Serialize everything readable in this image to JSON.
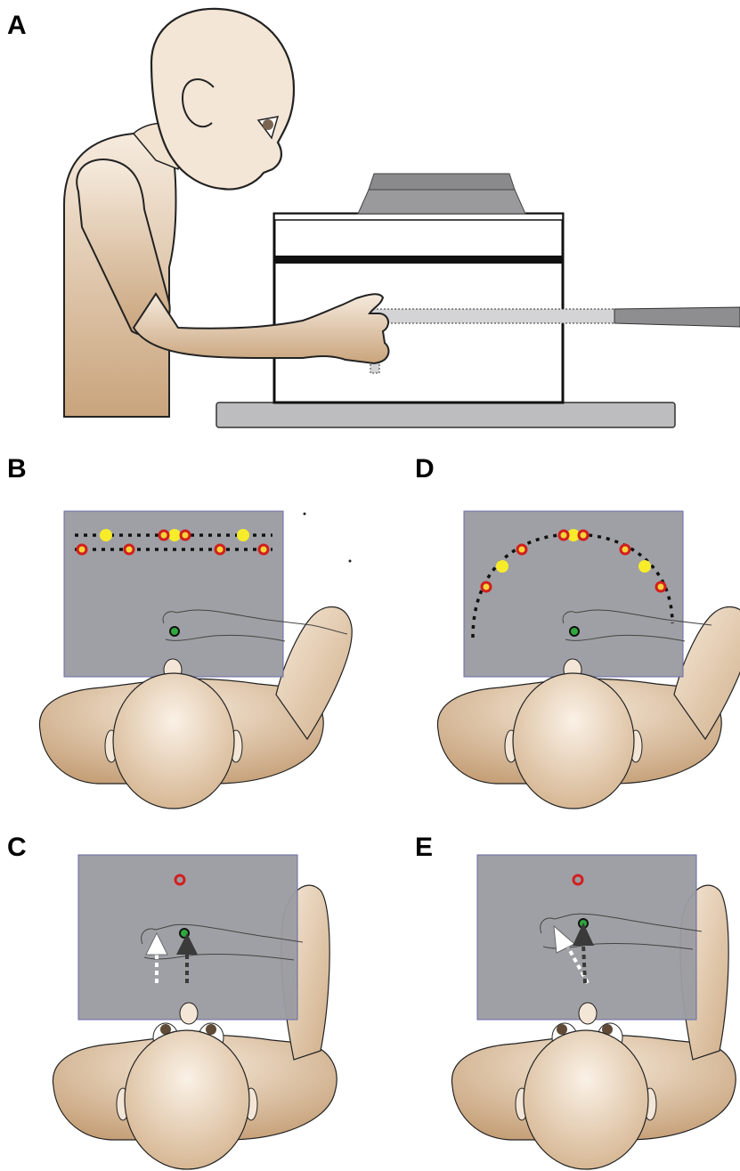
{
  "panels": {
    "a": {
      "letter": "A"
    },
    "b": {
      "letter": "B"
    },
    "c": {
      "letter": "C"
    },
    "d": {
      "letter": "D"
    },
    "e": {
      "letter": "E"
    }
  },
  "colors": {
    "skin_light": "#f3e6d6",
    "skin_dark": "#c9a47c",
    "screen": "#9b9ca1",
    "screen_border": "#6a6aa8",
    "target_ring": "#d11f1f",
    "target_fill": "#f5d438",
    "yellow_dot": "#f7ec2a",
    "start_dot": "#2fa83d",
    "apparatus_grey": "#8e8e90",
    "platform_grey": "#bdbdbf"
  }
}
